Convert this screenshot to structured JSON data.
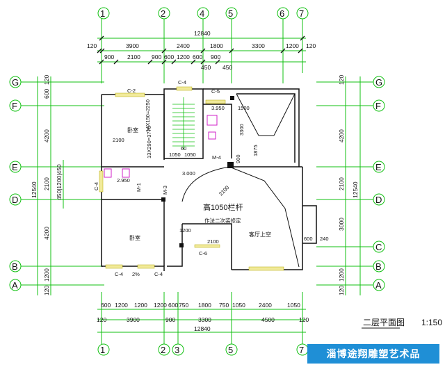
{
  "axes_top": [
    "1",
    "2",
    "4",
    "5",
    "6",
    "7"
  ],
  "axes_bottom": [
    "1",
    "2",
    "3",
    "5",
    "7"
  ],
  "axes_left": [
    "G",
    "F",
    "E",
    "D",
    "B",
    "A"
  ],
  "axes_right": [
    "G",
    "F",
    "E",
    "D",
    "C",
    "B",
    "A"
  ],
  "top_dims": {
    "total": "12840",
    "row2": [
      "120",
      "3900",
      "2400",
      "1800",
      "3300",
      "1200",
      "120"
    ],
    "row3": [
      "900",
      "2100",
      "900",
      "600",
      "1200",
      "600",
      "900"
    ],
    "row4": [
      "450",
      "450"
    ]
  },
  "bottom_dims": {
    "total": "12840",
    "row1": [
      "600",
      "1200",
      "1200",
      "1200",
      "600",
      "750",
      "1800",
      "750",
      "1050",
      "2400",
      "1050"
    ],
    "row2": [
      "120",
      "3900",
      "900",
      "3300",
      "4500",
      "120"
    ]
  },
  "left_dims": {
    "total": "12540",
    "inner": [
      "120",
      "600",
      "4200",
      "2100",
      "4200",
      "1200",
      "120"
    ],
    "small": "450|1200|450"
  },
  "right_dims": {
    "total": "12540",
    "inner": [
      "120",
      "4200",
      "2100",
      "3000",
      "1200",
      "120"
    ]
  },
  "room_labels": {
    "bedroom_upper": "卧室",
    "bedroom_lower": "卧室",
    "living_void": "客厅上空"
  },
  "annotations": {
    "c2": "C-2",
    "c4_top": "C-4",
    "c5": "C-5",
    "c4_left": "C-4",
    "c6": "C-6",
    "c4_bottom": "C-4",
    "c4_bottom2": "C-4",
    "m4": "M-4",
    "m1": "M-1",
    "m3": "M-3",
    "stair": "13X290=3770",
    "stair2": "14X150=2250",
    "lev1": "3.950",
    "lev2": "3.000",
    "lev3": "2.950",
    "rail": "高1050栏杆",
    "rail2": "作法二次装修定",
    "r2100": "2100",
    "d1500": "1500",
    "d3300": "3300",
    "d1875": "1875",
    "d900": "900",
    "d1050": "1050",
    "d1050b": "1050",
    "d60": "60",
    "d1200": "1200",
    "d2100b": "2100",
    "d2100": "2100",
    "d600": "600",
    "d240": "240",
    "slope": "2%"
  },
  "title": "二层平面图",
  "scale": "1:150",
  "brand": "淄博途翔雕塑艺术品"
}
